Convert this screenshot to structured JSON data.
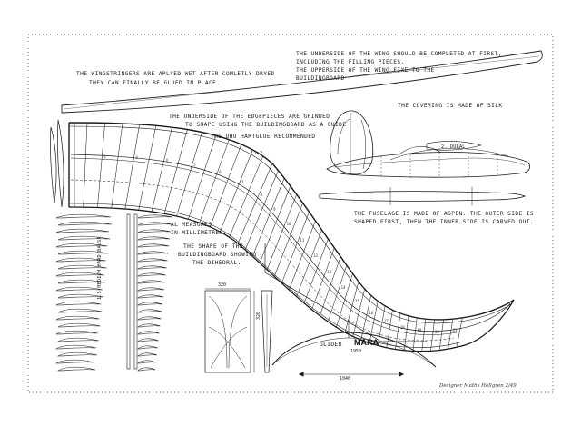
{
  "notes": {
    "stringers_1": "THE WINGSTRINGERS ARE APLYED WET AFTER COMLETLY DRYED",
    "stringers_2": "THEY CAN FINALLY BE GLUED IN PLACE.",
    "underside_1": "THE UNDERSIDE OF THE WING SHOULD BE COMPLETED AT FIRST,",
    "underside_2": "INCLUDING THE FILLING PIECES.",
    "underside_3": "THE UPPERSIDE OF THE WING FIXE TO THE",
    "underside_4": "BUILDINGBOARD",
    "covering": "THE COVERING IS MADE OF SILK",
    "edge_1": "THE UNDERSIDE OF THE EDGEPIECES ARE GRINDED",
    "edge_2": "TO SHAPE USING THE BUILDINGBOARD AS A GUIDE",
    "glue": "THE UHU HARTGLUE RECOMMENDED",
    "dural": "2. DURAL",
    "fuselage_1": "THE FUSELAGE IS MADE OF ASPEN. THE OUTER SIDE IS",
    "fuselage_2": "SHAPED FIRST, THEN THE INNER SIDE IS CARVED OUT.",
    "measures_1": "AL MEASURES",
    "measures_2": "IN MILLIMETRES.",
    "shape_1": "THE SHAPE OF THE",
    "shape_2": "BUILDINGBOARD SHOWING",
    "shape_3": "THE DIHEDRAL.",
    "balsa": "1.5 MEDIUM HARD BALSA"
  },
  "title": {
    "prefix": "GLIDER",
    "name": "MARA",
    "year": "1950"
  },
  "dimensions": {
    "span": "1040",
    "box_width": "320",
    "box_height": "320",
    "ratio": "2:2"
  },
  "signature": "Designer  Maths Hellgren 2/49",
  "colors": {
    "ink": "#1c1c1c",
    "paper": "#ffffff"
  },
  "rib_numbers": [
    "1",
    "2",
    "3",
    "4",
    "5",
    "6",
    "7",
    "8",
    "9",
    "10",
    "11",
    "12",
    "13",
    "14",
    "15",
    "16",
    "17",
    "18",
    "19",
    "20",
    "21",
    "22"
  ]
}
